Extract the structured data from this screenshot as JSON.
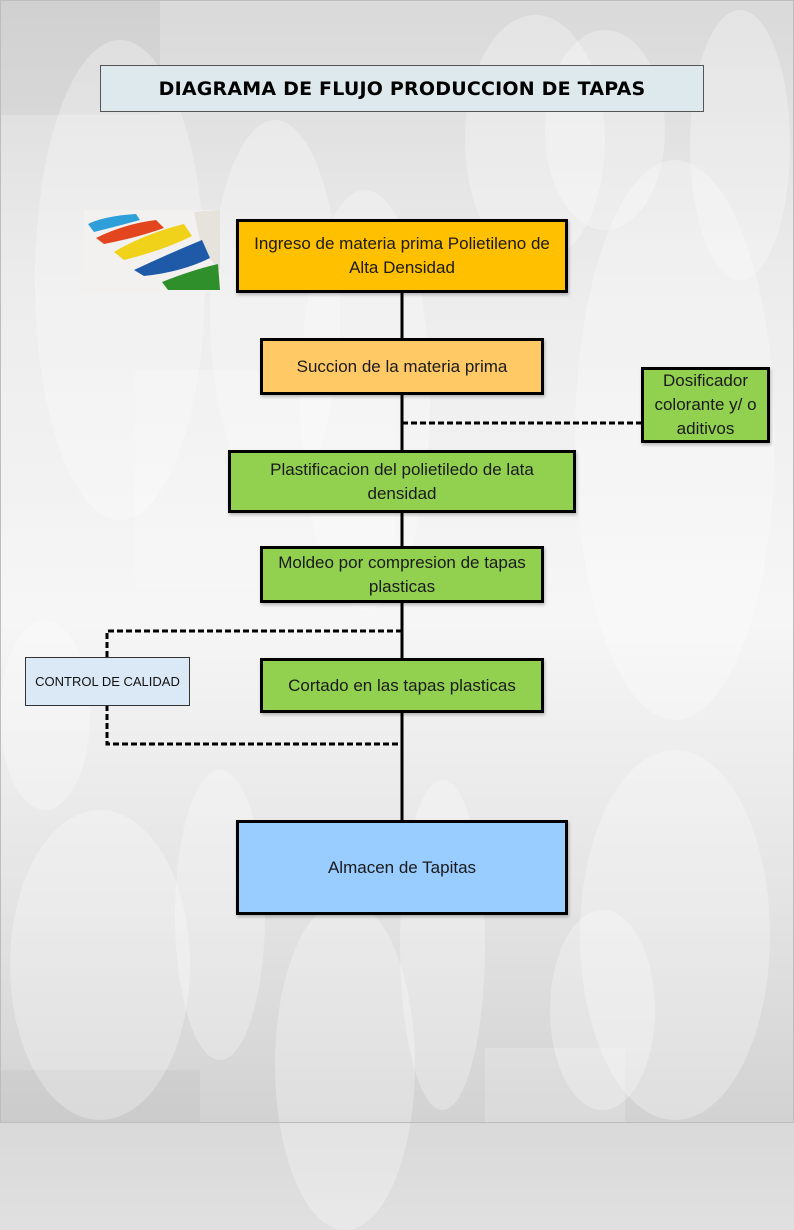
{
  "title": "DIAGRAMA DE FLUJO PRODUCCION DE TAPAS",
  "image": {
    "description": "colored polyethylene pellets",
    "icon": "pellets-photo"
  },
  "steps": [
    {
      "id": "ingreso",
      "label": "Ingreso de materia prima Polietileno de Alta Densidad",
      "color": "#ffc000"
    },
    {
      "id": "succion",
      "label": "Succion de la materia prima",
      "color": "#ffc966"
    },
    {
      "id": "plastificacion",
      "label": "Plastificacion del polietiledo de lata densidad",
      "color": "#92d050"
    },
    {
      "id": "moldeo",
      "label": "Moldeo por compresion de tapas plasticas",
      "color": "#92d050"
    },
    {
      "id": "cortado",
      "label": "Cortado en las tapas plasticas",
      "color": "#92d050"
    },
    {
      "id": "almacen",
      "label": "Almacen de Tapitas",
      "color": "#99ccff"
    }
  ],
  "side_nodes": [
    {
      "id": "dosificador",
      "label": "Dosificador colorante y/ o aditivos",
      "color": "#92d050",
      "connects_to": "succion-plastificacion",
      "line_style": "dashed"
    },
    {
      "id": "control",
      "label": "CONTROL DE CALIDAD",
      "color": "#dbe9f7",
      "connects_to": "cortado",
      "line_style": "dashed"
    }
  ]
}
